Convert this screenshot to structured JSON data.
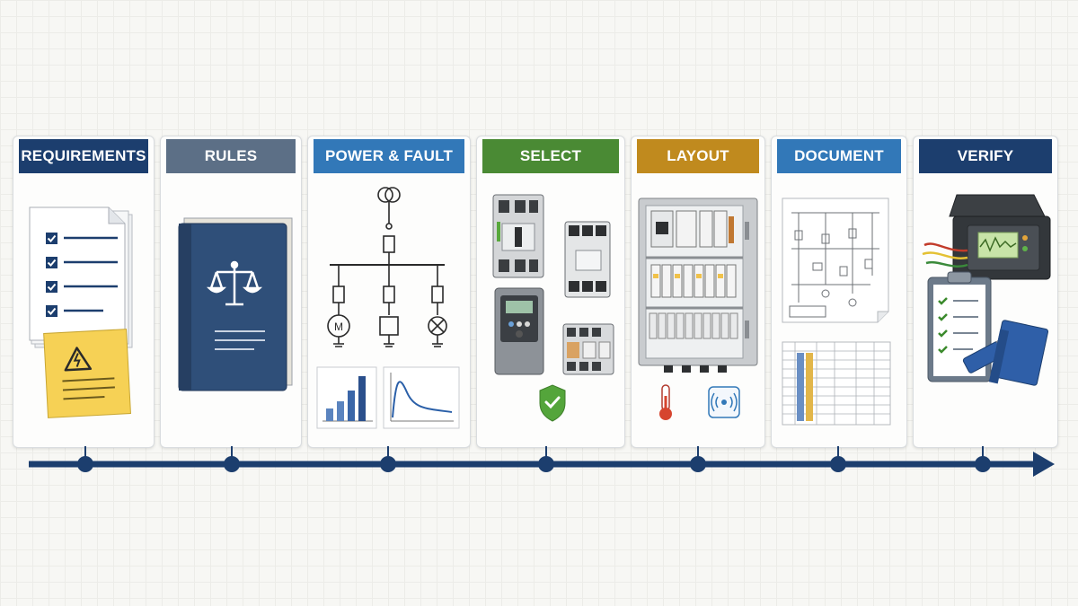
{
  "stages": [
    {
      "title": "REQUIREMENTS",
      "color": "#1c3e6e"
    },
    {
      "title": "RULES",
      "color": "#5c6f86"
    },
    {
      "title": "POWER & FAULT",
      "color": "#3278b8"
    },
    {
      "title": "SELECT",
      "color": "#4a8a34"
    },
    {
      "title": "LAYOUT",
      "color": "#c08a1e"
    },
    {
      "title": "DOCUMENT",
      "color": "#3278b8"
    },
    {
      "title": "VERIFY",
      "color": "#1c3e6e"
    }
  ],
  "timeline_color": "#1c3e6e",
  "symbols": {
    "motor": "M"
  }
}
